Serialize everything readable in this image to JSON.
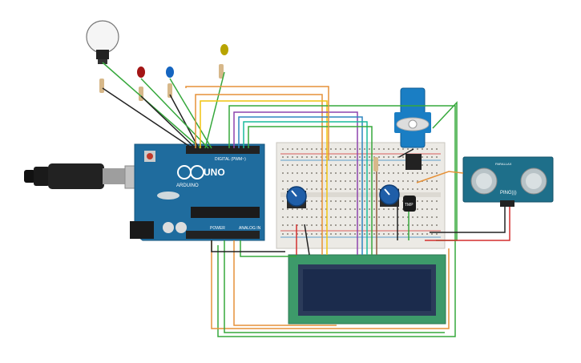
{
  "arduino": {
    "brand": "ARDUINO",
    "model": "UNO",
    "digital_label": "DIGITAL (PWM~)",
    "power_label": "POWER",
    "analog_label": "ANALOG IN"
  },
  "tmp_sensor": {
    "label": "TMP"
  },
  "ultrasonic": {
    "brand": "PING)))",
    "small_label": "PARALLAX"
  },
  "lcd": {
    "label": ""
  },
  "colors": {
    "arduino_blue": "#1f6c9e",
    "breadboard": "#eceae5",
    "lcd_green": "#3d9a6a",
    "lcd_screen": "#1b2b4c",
    "servo_blue": "#1a7ec4",
    "sensor_teal": "#1e6f8a",
    "wire_orange": "#e69138",
    "wire_green": "#36a83c",
    "wire_purple": "#8e44ad",
    "wire_blue": "#2e86c1",
    "wire_teal": "#1abc9c",
    "wire_yellow": "#f1c40f",
    "wire_black": "#222222",
    "wire_red": "#d32f2f",
    "wire_brown": "#8d5a3b"
  },
  "icons": [
    "lightbulb-icon",
    "red-led-icon",
    "blue-led-icon",
    "yellow-led-icon",
    "potentiometer-icon",
    "servo-icon",
    "usb-cable-icon"
  ]
}
